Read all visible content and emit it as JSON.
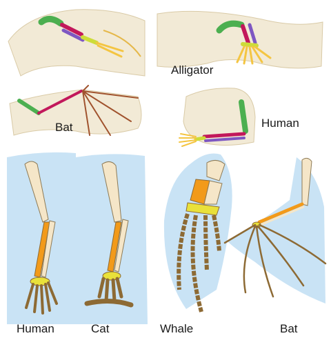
{
  "panels": {
    "bird_top_left": {
      "label": ""
    },
    "alligator": {
      "label": "Alligator"
    },
    "bat_top": {
      "label": "Bat"
    },
    "human_top": {
      "label": "Human"
    }
  },
  "bottom_labels": {
    "human": "Human",
    "cat": "Cat",
    "whale": "Whale",
    "bat": "Bat"
  },
  "colors": {
    "humerus_top": "#4caf50",
    "radius_top": "#c2185b",
    "ulna_top": "#7e57c2",
    "carpals_top": "#cddc39",
    "phalanges_top": "#f4c542",
    "bone_light": "#f5e6c8",
    "bone_orange": "#f29a1a",
    "bone_yellow": "#e9e13a",
    "bone_brown": "#8d6a34",
    "blue_bg": "#c9e3f5",
    "tan_bg": "#f2ead6"
  }
}
